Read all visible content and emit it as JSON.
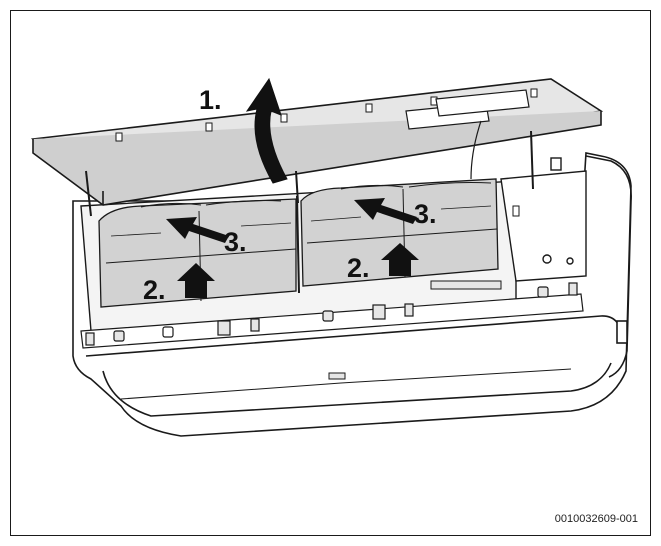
{
  "steps": {
    "step1": "1.",
    "step2": "2.",
    "step3": "3."
  },
  "document_id": "0010032609-001",
  "colors": {
    "line": "#1a1a1a",
    "panel_fill": "#e6e6e6",
    "filter_fill": "#d2d2d2",
    "arrow": "#111111",
    "background": "#ffffff"
  },
  "icons": [
    "arrow-up-curved-icon",
    "arrow-up-icon",
    "arrow-diagonal-icon"
  ]
}
